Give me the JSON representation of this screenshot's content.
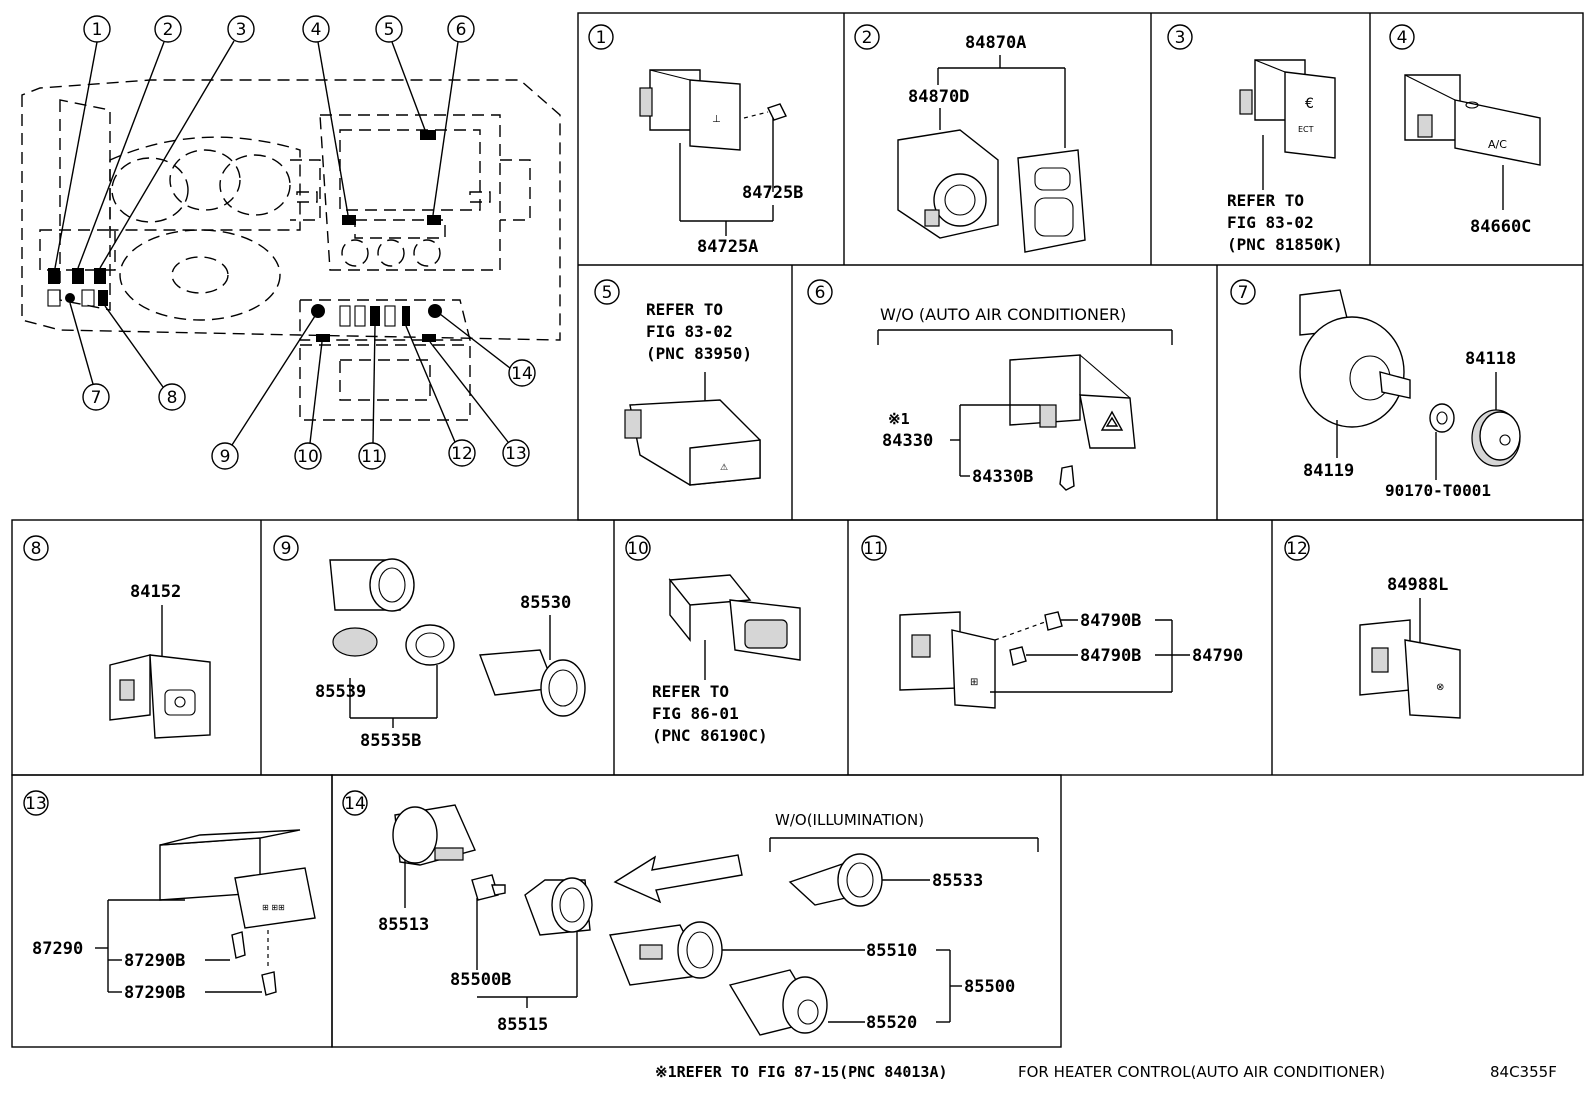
{
  "overview": {
    "callouts": [
      "1",
      "2",
      "3",
      "4",
      "5",
      "6",
      "7",
      "8",
      "9",
      "10",
      "11",
      "12",
      "13",
      "14"
    ]
  },
  "panels": {
    "p1": {
      "num": "1",
      "labels": [
        "84725B",
        "84725A"
      ]
    },
    "p2": {
      "num": "2",
      "labels": [
        "84870A",
        "84870D"
      ]
    },
    "p3": {
      "num": "3",
      "labels": [
        "REFER TO",
        "FIG 83-02",
        "(PNC 81850K)"
      ],
      "icon_text": "ECT"
    },
    "p4": {
      "num": "4",
      "labels": [
        "84660C"
      ],
      "icon_text": "A/C"
    },
    "p5": {
      "num": "5",
      "labels": [
        "REFER TO",
        "FIG 83-02",
        "(PNC 83950)"
      ]
    },
    "p6": {
      "num": "6",
      "labels": [
        "W/O (AUTO AIR CONDITIONER)",
        "※1",
        "84330",
        "84330B"
      ]
    },
    "p7": {
      "num": "7",
      "labels": [
        "84118",
        "84119",
        "90170-T0001"
      ]
    },
    "p8": {
      "num": "8",
      "labels": [
        "84152"
      ]
    },
    "p9": {
      "num": "9",
      "labels": [
        "85530",
        "85539",
        "85535B"
      ]
    },
    "p10": {
      "num": "10",
      "labels": [
        "REFER TO",
        "FIG 86-01",
        "(PNC 86190C)"
      ]
    },
    "p11": {
      "num": "11",
      "labels": [
        "84790B",
        "84790B",
        "84790"
      ]
    },
    "p12": {
      "num": "12",
      "labels": [
        "84988L"
      ]
    },
    "p13": {
      "num": "13",
      "labels": [
        "87290",
        "87290B",
        "87290B"
      ]
    },
    "p14": {
      "num": "14",
      "labels": [
        "85513",
        "85500B",
        "85515",
        "W/O(ILLUMINATION)",
        "85533",
        "85510",
        "85500",
        "85520"
      ]
    }
  },
  "footer": {
    "note": "※1REFER TO FIG 87-15(PNC 84013A)",
    "note2": "FOR HEATER CONTROL(AUTO AIR CONDITIONER)",
    "code": "84C355F"
  }
}
